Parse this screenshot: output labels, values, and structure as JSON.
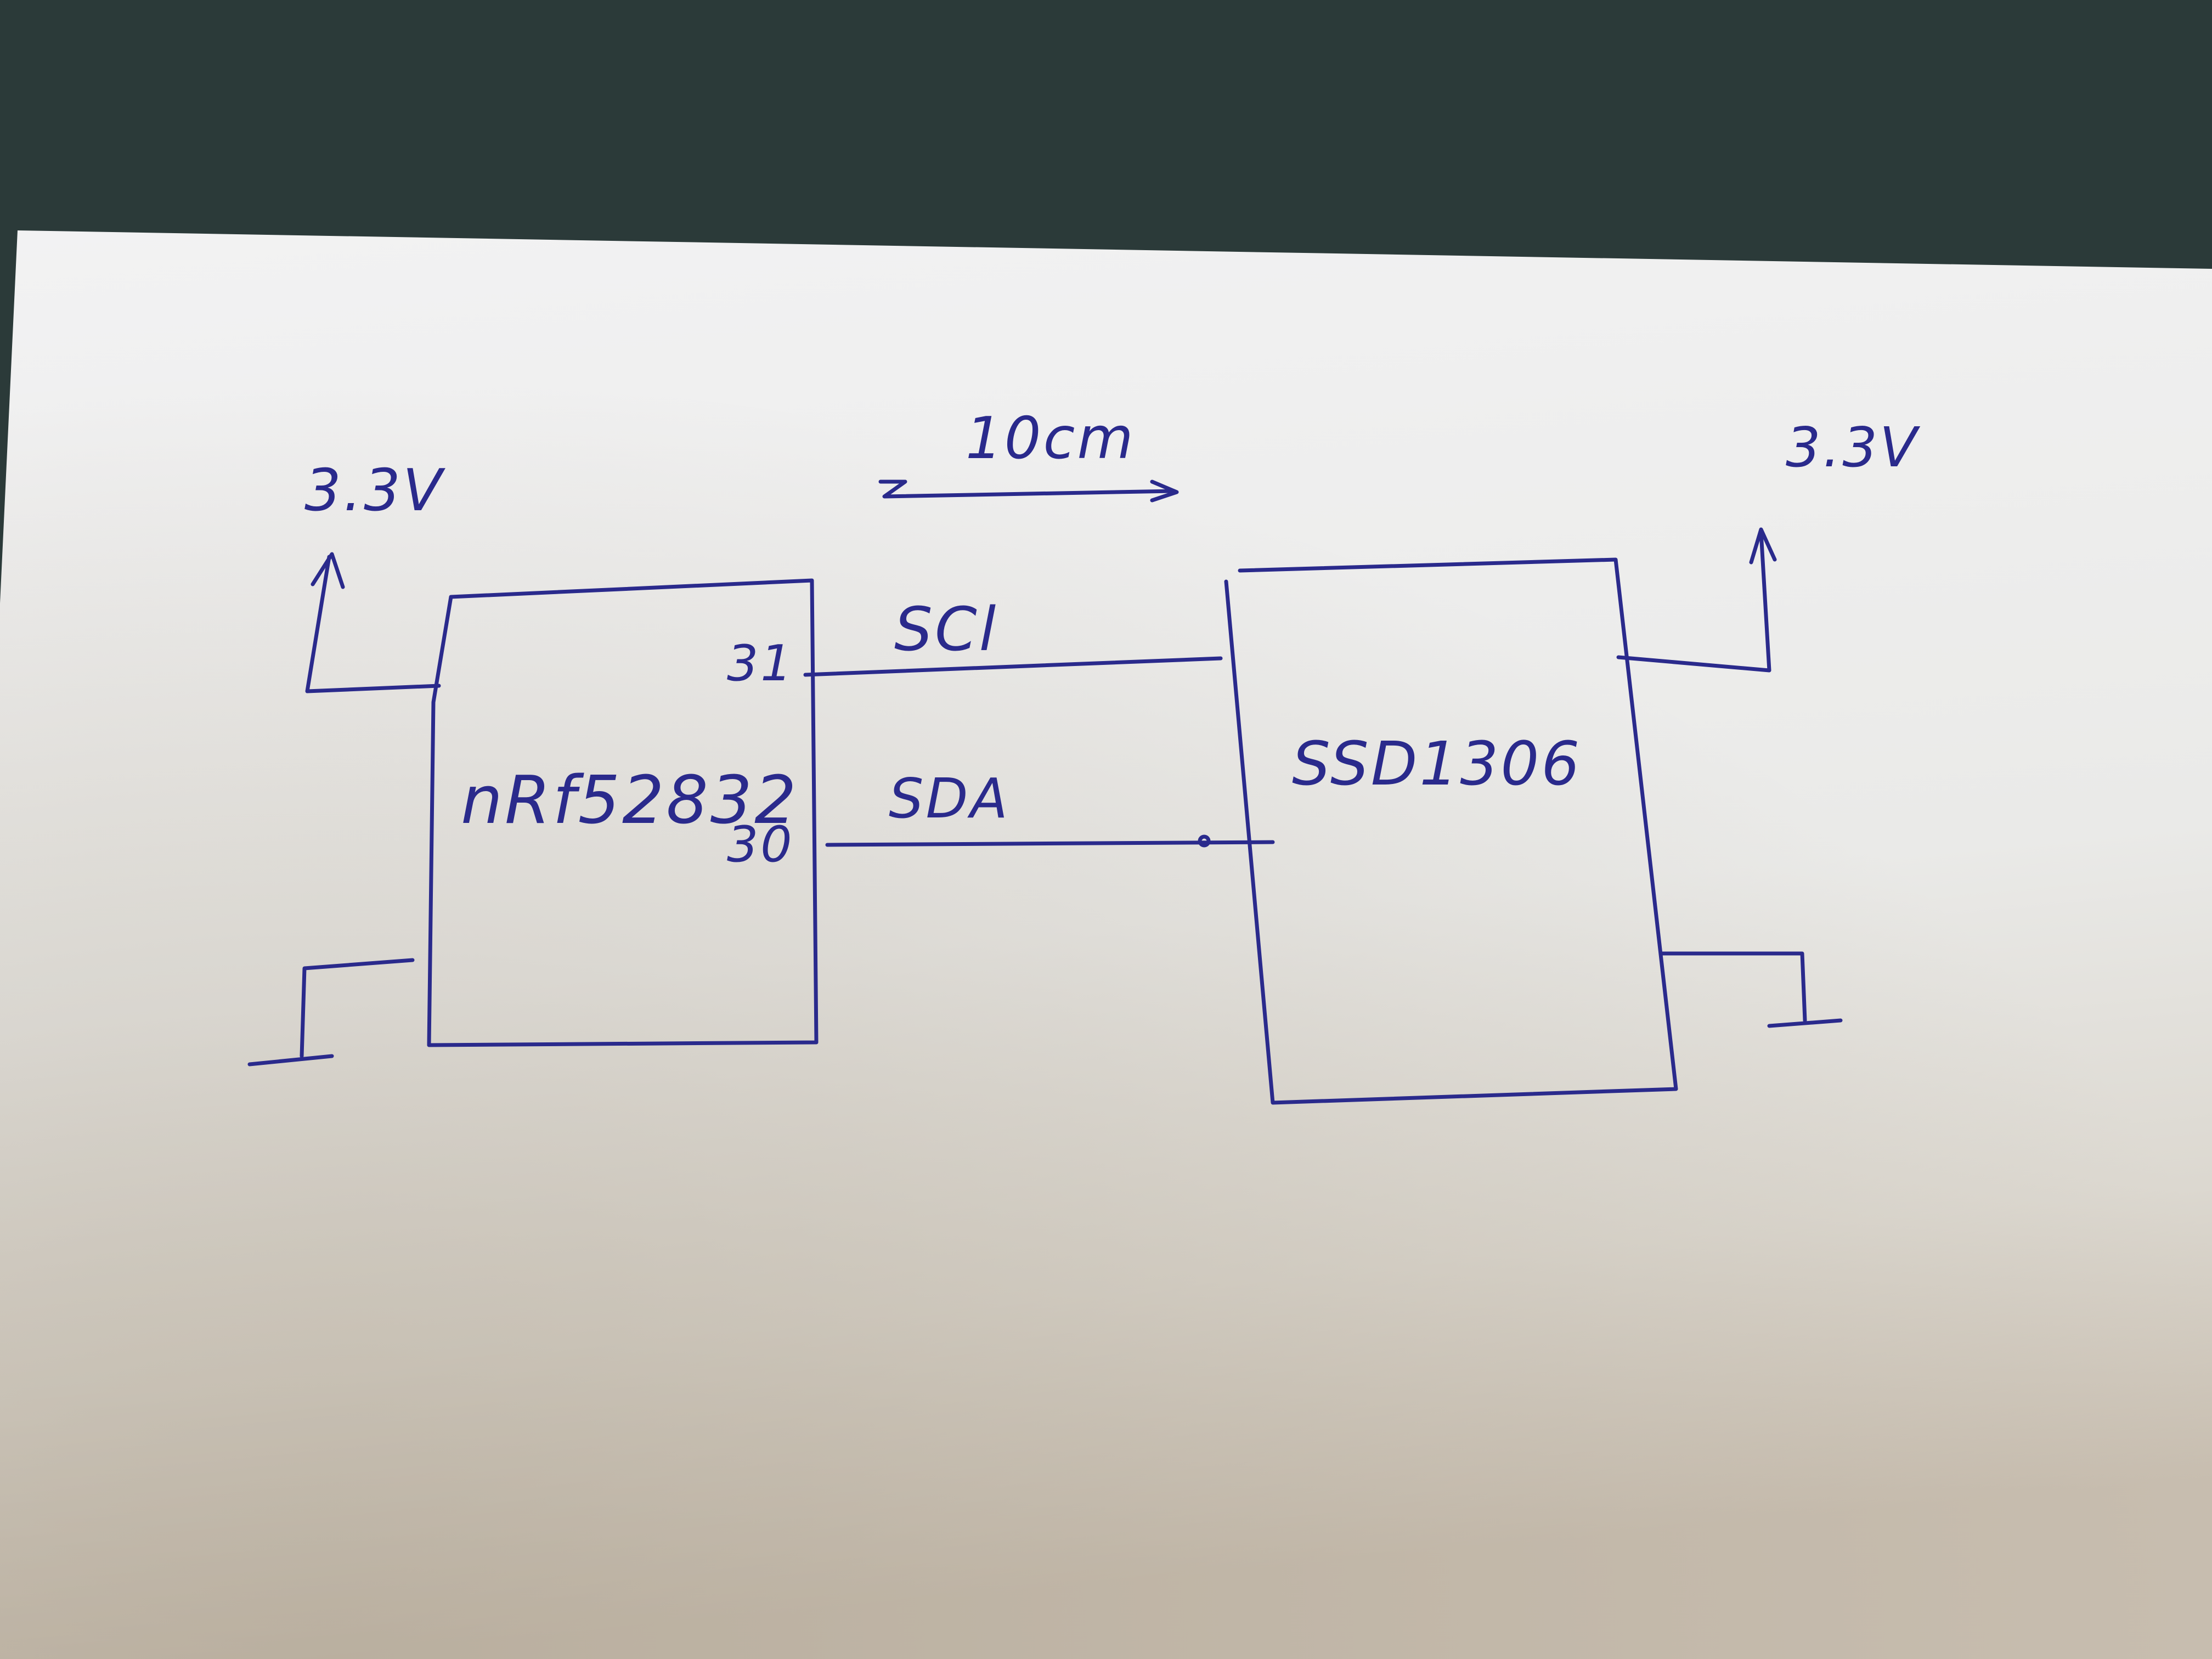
{
  "diagram": {
    "left_chip": {
      "label": "nRf52832",
      "pin_scl": "31",
      "pin_sda": "30",
      "supply": "3.3V"
    },
    "right_chip": {
      "label": "SSD1306",
      "supply": "3.3V"
    },
    "distance": {
      "label": "10cm"
    },
    "signals": {
      "scl": "SCl",
      "sda": "SDA"
    }
  },
  "colors": {
    "ink": "#2a2a8c",
    "paper": "#eeeeee",
    "background": "#2b3a39"
  }
}
